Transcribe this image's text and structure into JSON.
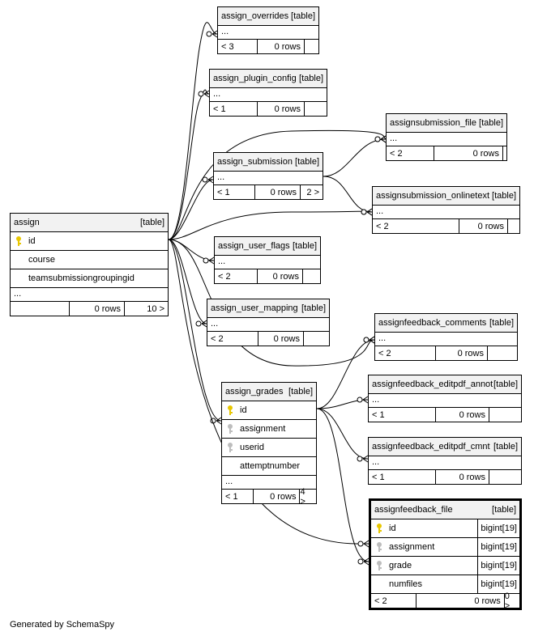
{
  "footer_text": "Generated by SchemaSpy",
  "colors": {
    "pk_key": "#e8c700",
    "fk_key": "#bdbdbd",
    "header_bg": "#f2f2f2",
    "line": "#000000"
  },
  "tables": [
    {
      "id": "assign",
      "name": "assign",
      "kind": "[table]",
      "columns": [
        {
          "name": "id",
          "key": "pk"
        },
        {
          "name": "course",
          "key": ""
        },
        {
          "name": "teamsubmissiongroupingid",
          "key": ""
        }
      ],
      "ellipsis": "...",
      "foot": [
        "",
        "0 rows",
        "10 >"
      ]
    },
    {
      "id": "overrides",
      "name": "assign_overrides",
      "kind": "[table]",
      "ellipsis": "...",
      "foot": [
        "< 3",
        "0 rows",
        ""
      ]
    },
    {
      "id": "plugin_config",
      "name": "assign_plugin_config",
      "kind": "[table]",
      "ellipsis": "...",
      "foot": [
        "< 1",
        "0 rows",
        ""
      ]
    },
    {
      "id": "submission_file",
      "name": "assignsubmission_file",
      "kind": "[table]",
      "ellipsis": "...",
      "foot": [
        "< 2",
        "0 rows",
        ""
      ]
    },
    {
      "id": "submission",
      "name": "assign_submission",
      "kind": "[table]",
      "ellipsis": "...",
      "foot": [
        "< 1",
        "0 rows",
        "2 >"
      ]
    },
    {
      "id": "onlinetext",
      "name": "assignsubmission_onlinetext",
      "kind": "[table]",
      "ellipsis": "...",
      "foot": [
        "< 2",
        "0 rows",
        ""
      ]
    },
    {
      "id": "user_flags",
      "name": "assign_user_flags",
      "kind": "[table]",
      "ellipsis": "...",
      "foot": [
        "< 2",
        "0 rows",
        ""
      ]
    },
    {
      "id": "user_mapping",
      "name": "assign_user_mapping",
      "kind": "[table]",
      "ellipsis": "...",
      "foot": [
        "< 2",
        "0 rows",
        ""
      ]
    },
    {
      "id": "fb_comments",
      "name": "assignfeedback_comments",
      "kind": "[table]",
      "ellipsis": "...",
      "foot": [
        "< 2",
        "0 rows",
        ""
      ]
    },
    {
      "id": "grades",
      "name": "assign_grades",
      "kind": "[table]",
      "columns": [
        {
          "name": "id",
          "key": "pk"
        },
        {
          "name": "assignment",
          "key": "fk"
        },
        {
          "name": "userid",
          "key": "fk"
        },
        {
          "name": "attemptnumber",
          "key": ""
        }
      ],
      "ellipsis": "...",
      "foot": [
        "< 1",
        "0 rows",
        "4 >"
      ]
    },
    {
      "id": "fb_annot",
      "name": "assignfeedback_editpdf_annot",
      "kind": "[table]",
      "ellipsis": "...",
      "foot": [
        "< 1",
        "0 rows",
        ""
      ]
    },
    {
      "id": "fb_cmnt",
      "name": "assignfeedback_editpdf_cmnt",
      "kind": "[table]",
      "ellipsis": "...",
      "foot": [
        "< 1",
        "0 rows",
        ""
      ]
    },
    {
      "id": "fb_file",
      "name": "assignfeedback_file",
      "kind": "[table]",
      "columns": [
        {
          "name": "id",
          "key": "pk",
          "type": "bigint[19]"
        },
        {
          "name": "assignment",
          "key": "fk",
          "type": "bigint[19]"
        },
        {
          "name": "grade",
          "key": "fk",
          "type": "bigint[19]"
        },
        {
          "name": "numfiles",
          "key": "",
          "type": "bigint[19]"
        }
      ],
      "foot": [
        "< 2",
        "0 rows",
        "0 >"
      ]
    }
  ]
}
